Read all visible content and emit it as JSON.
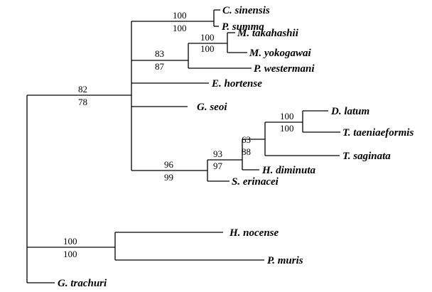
{
  "taxa": {
    "c_sinensis": "C. sinensis",
    "p_summa": "P. summa",
    "m_takahashii": "M. takahashii",
    "m_yokogawai": "M. yokogawai",
    "p_westermani": "P. westermani",
    "e_hortense": "E. hortense",
    "g_seoi": "G. seoi",
    "d_latum": "D. latum",
    "t_taeniaeformis": "T. taeniaeformis",
    "t_saginata": "T. saginata",
    "h_diminuta": "H. diminuta",
    "s_erinacei": "S. erinacei",
    "h_nocense": "H. nocense",
    "p_muris": "P. muris",
    "g_trachuri": "G. trachuri"
  },
  "support": {
    "root_ingroup": {
      "top": "82",
      "bottom": "78"
    },
    "clonorchis_pair": {
      "top": "100",
      "bottom": "100"
    },
    "lung_fluke_clade": {
      "top": "83",
      "bottom": "87"
    },
    "metagonimus_pair": {
      "top": "100",
      "bottom": "100"
    },
    "tapeworm_clade": {
      "top": "96",
      "bottom": "99"
    },
    "cestode_inner": {
      "top": "93",
      "bottom": "97"
    },
    "cestode_core": {
      "top": "63",
      "bottom": "88"
    },
    "taenia_pair": {
      "top": "100",
      "bottom": "100"
    },
    "nematode_pair": {
      "top": "100",
      "bottom": "100"
    }
  }
}
